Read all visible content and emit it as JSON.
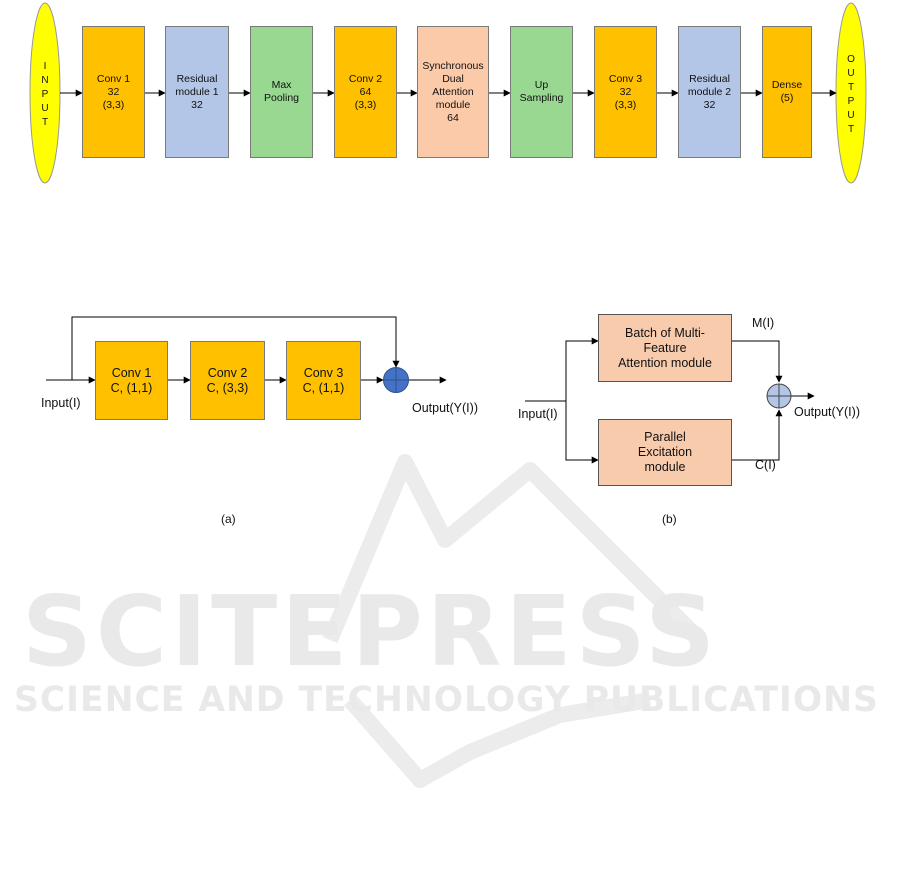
{
  "pipeline": {
    "input_label": "INPUT",
    "output_label": "OUTPUT",
    "blocks": [
      {
        "text": "Conv 1\n32\n(3,3)",
        "color": "#ffc000"
      },
      {
        "text": "Residual\nmodule 1\n32",
        "color": "#b4c6e7"
      },
      {
        "text": "Max\nPooling",
        "color": "#98d891"
      },
      {
        "text": "Conv 2\n64\n(3,3)",
        "color": "#ffc000"
      },
      {
        "text": "Synchronous\nDual\nAttention\nmodule\n64",
        "color": "#fbcaa8"
      },
      {
        "text": "Up\nSampling",
        "color": "#98d891"
      },
      {
        "text": "Conv 3\n32\n(3,3)",
        "color": "#ffc000"
      },
      {
        "text": "Residual\nmodule 2\n32",
        "color": "#b4c6e7"
      },
      {
        "text": "Dense\n(5)",
        "color": "#ffc000"
      }
    ]
  },
  "residual": {
    "input_label": "Input(I)",
    "output_label": "Output(Y(I))",
    "blocks": [
      {
        "text": "Conv 1\nC, (1,1)"
      },
      {
        "text": "Conv 2\nC, (3,3)"
      },
      {
        "text": "Conv 3\nC, (1,1)"
      }
    ],
    "caption": "(a)"
  },
  "attention": {
    "input_label": "Input(I)",
    "output_label": "Output(Y(I))",
    "top_block": "Batch of Multi-\nFeature\nAttention module",
    "bottom_block": "Parallel\nExcitation\nmodule",
    "m_label": "M(I)",
    "c_label": "C(I)",
    "caption": "(b)"
  },
  "watermark": {
    "title": "SCITEPRESS",
    "subtitle": "SCIENCE AND TECHNOLOGY PUBLICATIONS"
  },
  "colors": {
    "conv": "#ffc000",
    "residual": "#b4c6e7",
    "pool": "#98d891",
    "attention": "#fbcaa8",
    "ellipse": "#ffff00",
    "sum_node": "#4472c4",
    "sum_node_b": "#b4c6e7"
  }
}
